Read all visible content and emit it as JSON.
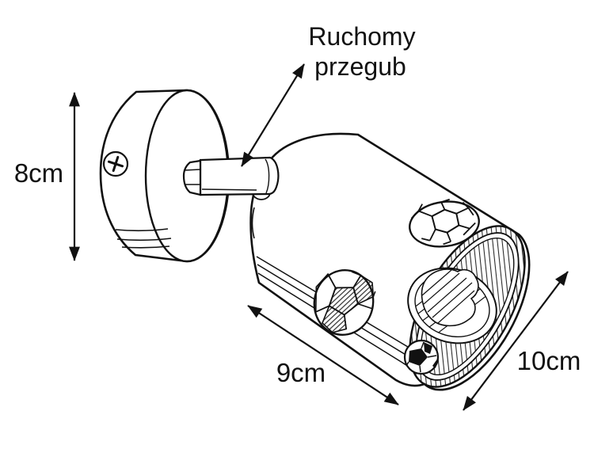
{
  "diagram": {
    "labels": {
      "height": "8cm",
      "width": "9cm",
      "depth": "10cm",
      "joint": {
        "line1": "Ruchomy",
        "line2": "przegub"
      }
    },
    "parts": {
      "wall_mount": "round wall canopy",
      "screw": "phillips screw",
      "arm": "swivel arm joint",
      "shade": "cylindrical shade with football cutouts",
      "bulb": "bulb inside shade"
    },
    "colors": {
      "ink": "#111111",
      "background": "#ffffff"
    }
  }
}
